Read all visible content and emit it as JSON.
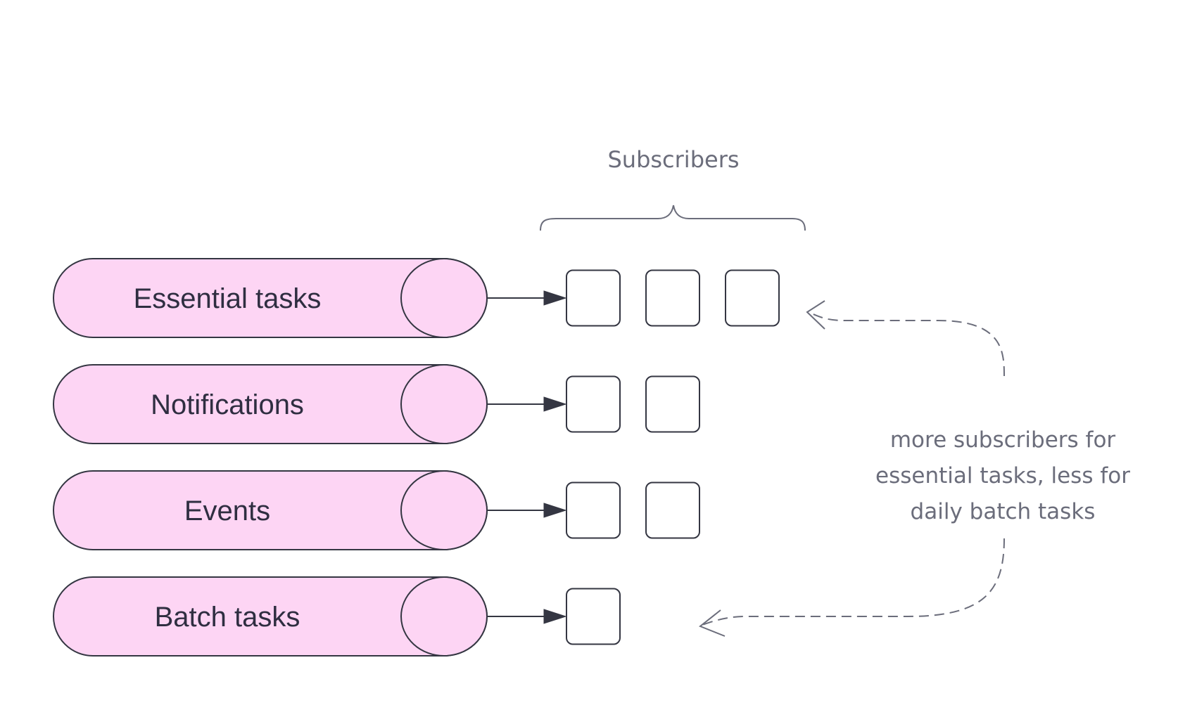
{
  "subscribers_label": "Subscribers",
  "queues": [
    {
      "label": "Essential tasks",
      "subscriber_count": 3
    },
    {
      "label": "Notifications",
      "subscriber_count": 2
    },
    {
      "label": "Events",
      "subscriber_count": 2
    },
    {
      "label": "Batch tasks",
      "subscriber_count": 1
    }
  ],
  "annotation": {
    "lines": [
      "more subscribers for",
      "essential tasks, less for",
      "daily batch tasks"
    ]
  },
  "colors": {
    "queue_fill": "#fdd5f4",
    "stroke": "#343642",
    "note": "#6b6d7b"
  }
}
